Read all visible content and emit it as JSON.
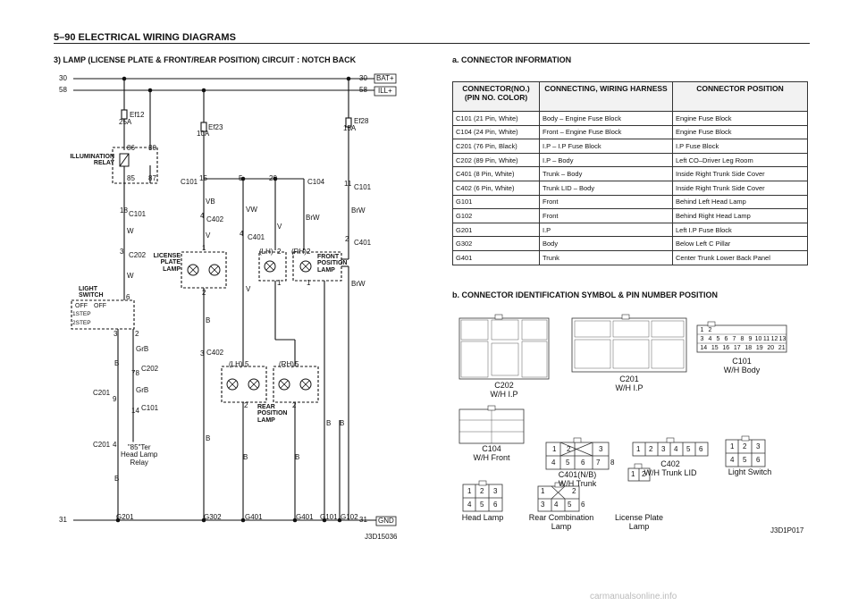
{
  "page_header": "5–90   ELECTRICAL WIRING DIAGRAMS",
  "circuit_title": "3) LAMP (LICENSE PLATE & FRONT/REAR POSITION) CIRCUIT : NOTCH BACK",
  "rails": {
    "left_30": "30",
    "left_58": "58",
    "left_31": "31",
    "right_30": "30",
    "right_58": "58",
    "right_31": "31",
    "bat": "BAT+",
    "ill": "ILL+",
    "gnd": "GND"
  },
  "fuses": {
    "ef12": "Ef12",
    "ef12_amp": "25A",
    "ef23": "Ef23",
    "ef23_amp": "10A",
    "ef28": "Ef28",
    "ef28_amp": "15A"
  },
  "relay": {
    "label1": "ILLUMINATION",
    "label2": "RELAY",
    "p86": "86",
    "p30": "30",
    "p85": "85",
    "p87": "87"
  },
  "switch": {
    "label1": "LIGHT",
    "label2": "SWITCH",
    "off": "OFF",
    "step1": "1STEP",
    "step2": "2STEP",
    "p6": "6",
    "p3": "3",
    "p2": "2"
  },
  "lamps": {
    "license1": "LICENSE",
    "license2": "PLATE",
    "license3": "LAMP",
    "front1": "FRONT",
    "front2": "POSITION",
    "front3": "LAMP",
    "rear1": "REAR",
    "rear2": "POSITION",
    "rear3": "LAMP",
    "lh": "(LH)",
    "rh": "(RH)"
  },
  "hl_relay": {
    "l1": "\"85\"Ter",
    "l2": "Head Lamp",
    "l3": "Relay"
  },
  "wires": {
    "w": "W",
    "w2": "W",
    "grb": "GrB",
    "grb2": "GrB",
    "b": "B",
    "b2": "B",
    "vb": "VB",
    "v": "V",
    "vw": "VW",
    "v2": "V",
    "v3": "V",
    "brw": "BrW",
    "brw2": "BrW",
    "brw3": "BrW",
    "b3": "B",
    "b4": "B",
    "b5": "B",
    "b6": "B",
    "b7": "B",
    "b8": "B"
  },
  "connectors": {
    "c101_18": "C101",
    "pin18": "18",
    "c202_3": "C202",
    "pin3": "3",
    "c202_78": "C202",
    "pin78": "78",
    "c101_14": "C101",
    "pin14": "14",
    "c201_9": "C201",
    "pin9": "9",
    "c201_4": "C201",
    "pin4": "4",
    "c101_15": "C101",
    "pin15": "15",
    "pin5": "5",
    "pin20": "20",
    "c104": "C104",
    "c101_11": "C101",
    "pin11": "11",
    "c402_4": "C402",
    "pin4b": "4",
    "c401_4": "C401",
    "pin4c": "4",
    "c401_2": "C401",
    "pin2": "2",
    "c402_3": "C402",
    "pin3b": "3",
    "lic_1": "1",
    "lic_2": "2",
    "fl_2": "2",
    "fl_1": "1",
    "fr_2": "2",
    "fr_1": "1",
    "rl_5": "5",
    "rl_2": "2",
    "rr_5": "5",
    "rr_2": "2"
  },
  "grounds": {
    "g201": "G201",
    "g302": "G302",
    "g401": "G401",
    "g401b": "G401",
    "g101": "G101",
    "g102": "G102"
  },
  "diagram_code": "J3D15036",
  "connector_info": {
    "title": "a. CONNECTOR INFORMATION",
    "headers": [
      "CONNECTOR(NO.)\n(PIN NO. COLOR)",
      "CONNECTING, WIRING HARNESS",
      "CONNECTOR POSITION"
    ],
    "rows": [
      [
        "C101 (21 Pin, White)",
        "Body – Engine Fuse Block",
        "Engine Fuse Block"
      ],
      [
        "C104 (24 Pin, White)",
        "Front – Engine Fuse Block",
        "Engine Fuse Block"
      ],
      [
        "C201 (76 Pin, Black)",
        "I.P – I.P Fuse Block",
        "I.P Fuse Block"
      ],
      [
        "C202 (89 Pin, White)",
        "I.P – Body",
        "Left CO–Driver Leg Room"
      ],
      [
        "C401 (8 Pin, White)",
        "Trunk – Body",
        "Inside Right Trunk Side Cover"
      ],
      [
        "C402 (6 Pin, White)",
        "Trunk LID – Body",
        "Inside Right Trunk Side Cover"
      ],
      [
        "G101",
        "Front",
        "Behind Left Head Lamp"
      ],
      [
        "G102",
        "Front",
        "Behind Right Head Lamp"
      ],
      [
        "G201",
        "I.P",
        "Left I.P Fuse Block"
      ],
      [
        "G302",
        "Body",
        "Below Left C Pillar"
      ],
      [
        "G401",
        "Trunk",
        "Center Trunk Lower Back Panel"
      ]
    ]
  },
  "connector_symbols": {
    "title": "b. CONNECTOR IDENTIFICATION SYMBOL & PIN NUMBER POSITION",
    "c202": [
      "C202",
      "W/H I.P"
    ],
    "c201": [
      "C201",
      "W/H I.P"
    ],
    "c101": [
      "C101",
      "W/H Body"
    ],
    "c104": [
      "C104",
      "W/H Front"
    ],
    "c401": [
      "C401(N/B)",
      "W/H Trunk"
    ],
    "c402": [
      "C402",
      "W/H Trunk LID"
    ],
    "light_switch": "Light Switch",
    "head_lamp": "Head Lamp",
    "rear_combination": [
      "Rear Combination",
      "Lamp"
    ],
    "license_plate": [
      "License Plate",
      "Lamp"
    ],
    "c401_pins": [
      "1",
      "2",
      "3",
      "4",
      "5",
      "6",
      "7",
      "8"
    ],
    "c402_pins": [
      "1",
      "2",
      "3",
      "4",
      "5",
      "6"
    ],
    "ls_pins": [
      "1",
      "2",
      "3",
      "4",
      "5",
      "6"
    ],
    "hl_pins": [
      "1",
      "2",
      "3",
      "4",
      "5",
      "6"
    ],
    "rc_pins": [
      "1",
      "2",
      "3",
      "4",
      "5",
      "6"
    ],
    "lp_pins": [
      "1",
      "2"
    ],
    "c101_pins": [
      "1",
      "2",
      "3",
      "4",
      "5",
      "6",
      "7",
      "8",
      "9",
      "10",
      "11",
      "12",
      "13",
      "14",
      "15",
      "16",
      "17",
      "18",
      "19",
      "20",
      "21"
    ],
    "code": "J3D1P017"
  },
  "watermark": "carmanualsonline.info"
}
